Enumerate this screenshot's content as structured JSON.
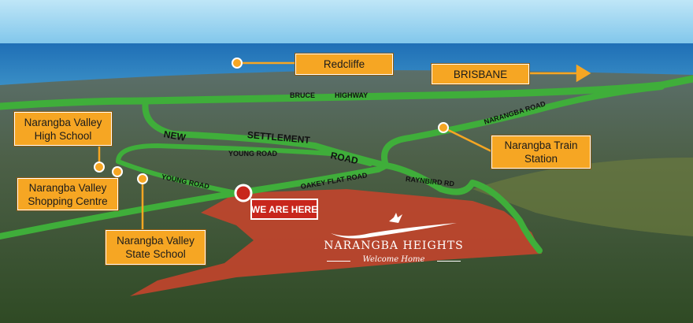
{
  "places": {
    "redcliffe": "Redcliffe",
    "brisbane": "BRISBANE",
    "high_school": "Narangba Valley High School",
    "shopping_centre": "Narangba Valley Shopping Centre",
    "state_school": "Narangba Valley State School",
    "train_station": "Narangba Train Station"
  },
  "marker": {
    "label": "WE ARE HERE",
    "color": "#c8261c"
  },
  "roads": {
    "bruce": "BRUCE",
    "highway": "HIGHWAY",
    "narangba_road": "NARANGBA ROAD",
    "new": "NEW",
    "settlement": "SETTLEMENT",
    "road": "ROAD",
    "young_road_1": "YOUNG ROAD",
    "young_road_2": "YOUNG ROAD",
    "oakey_flat": "OAKEY FLAT ROAD",
    "raynbird": "RAYNBIRD RD"
  },
  "logo": {
    "title": "NARANGBA HEIGHTS",
    "subtitle": "Welcome Home"
  },
  "colors": {
    "road": "#3fae3a",
    "label_box": "#f6a623",
    "development": "#c0442c",
    "sea": "#2b7fc0"
  }
}
